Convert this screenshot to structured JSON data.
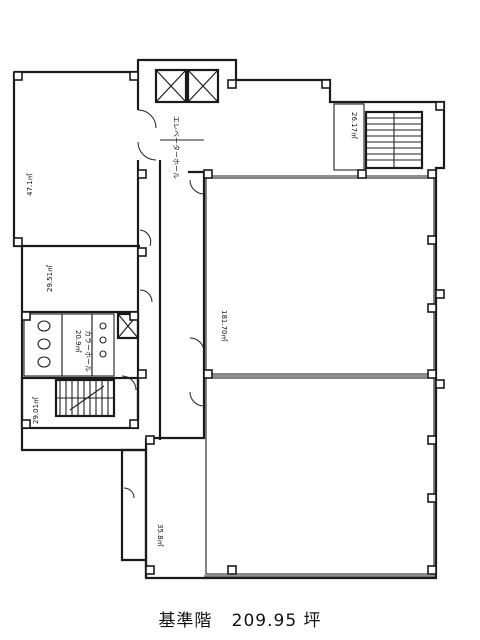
{
  "caption": {
    "floor_label": "基準階",
    "area_value": "209.95",
    "unit": "坪"
  },
  "rooms": {
    "top_left": "47.1㎡",
    "elevator_hall": "エレベーターホール",
    "mid_left": "29.51㎡",
    "stair_top_right": "26.17㎡",
    "large_office": "181.70㎡",
    "bath_unit": "カラーホール",
    "stair_left": "29.01㎡",
    "bottom_small": "35.8㎡",
    "wc_area": "20.9㎡"
  }
}
